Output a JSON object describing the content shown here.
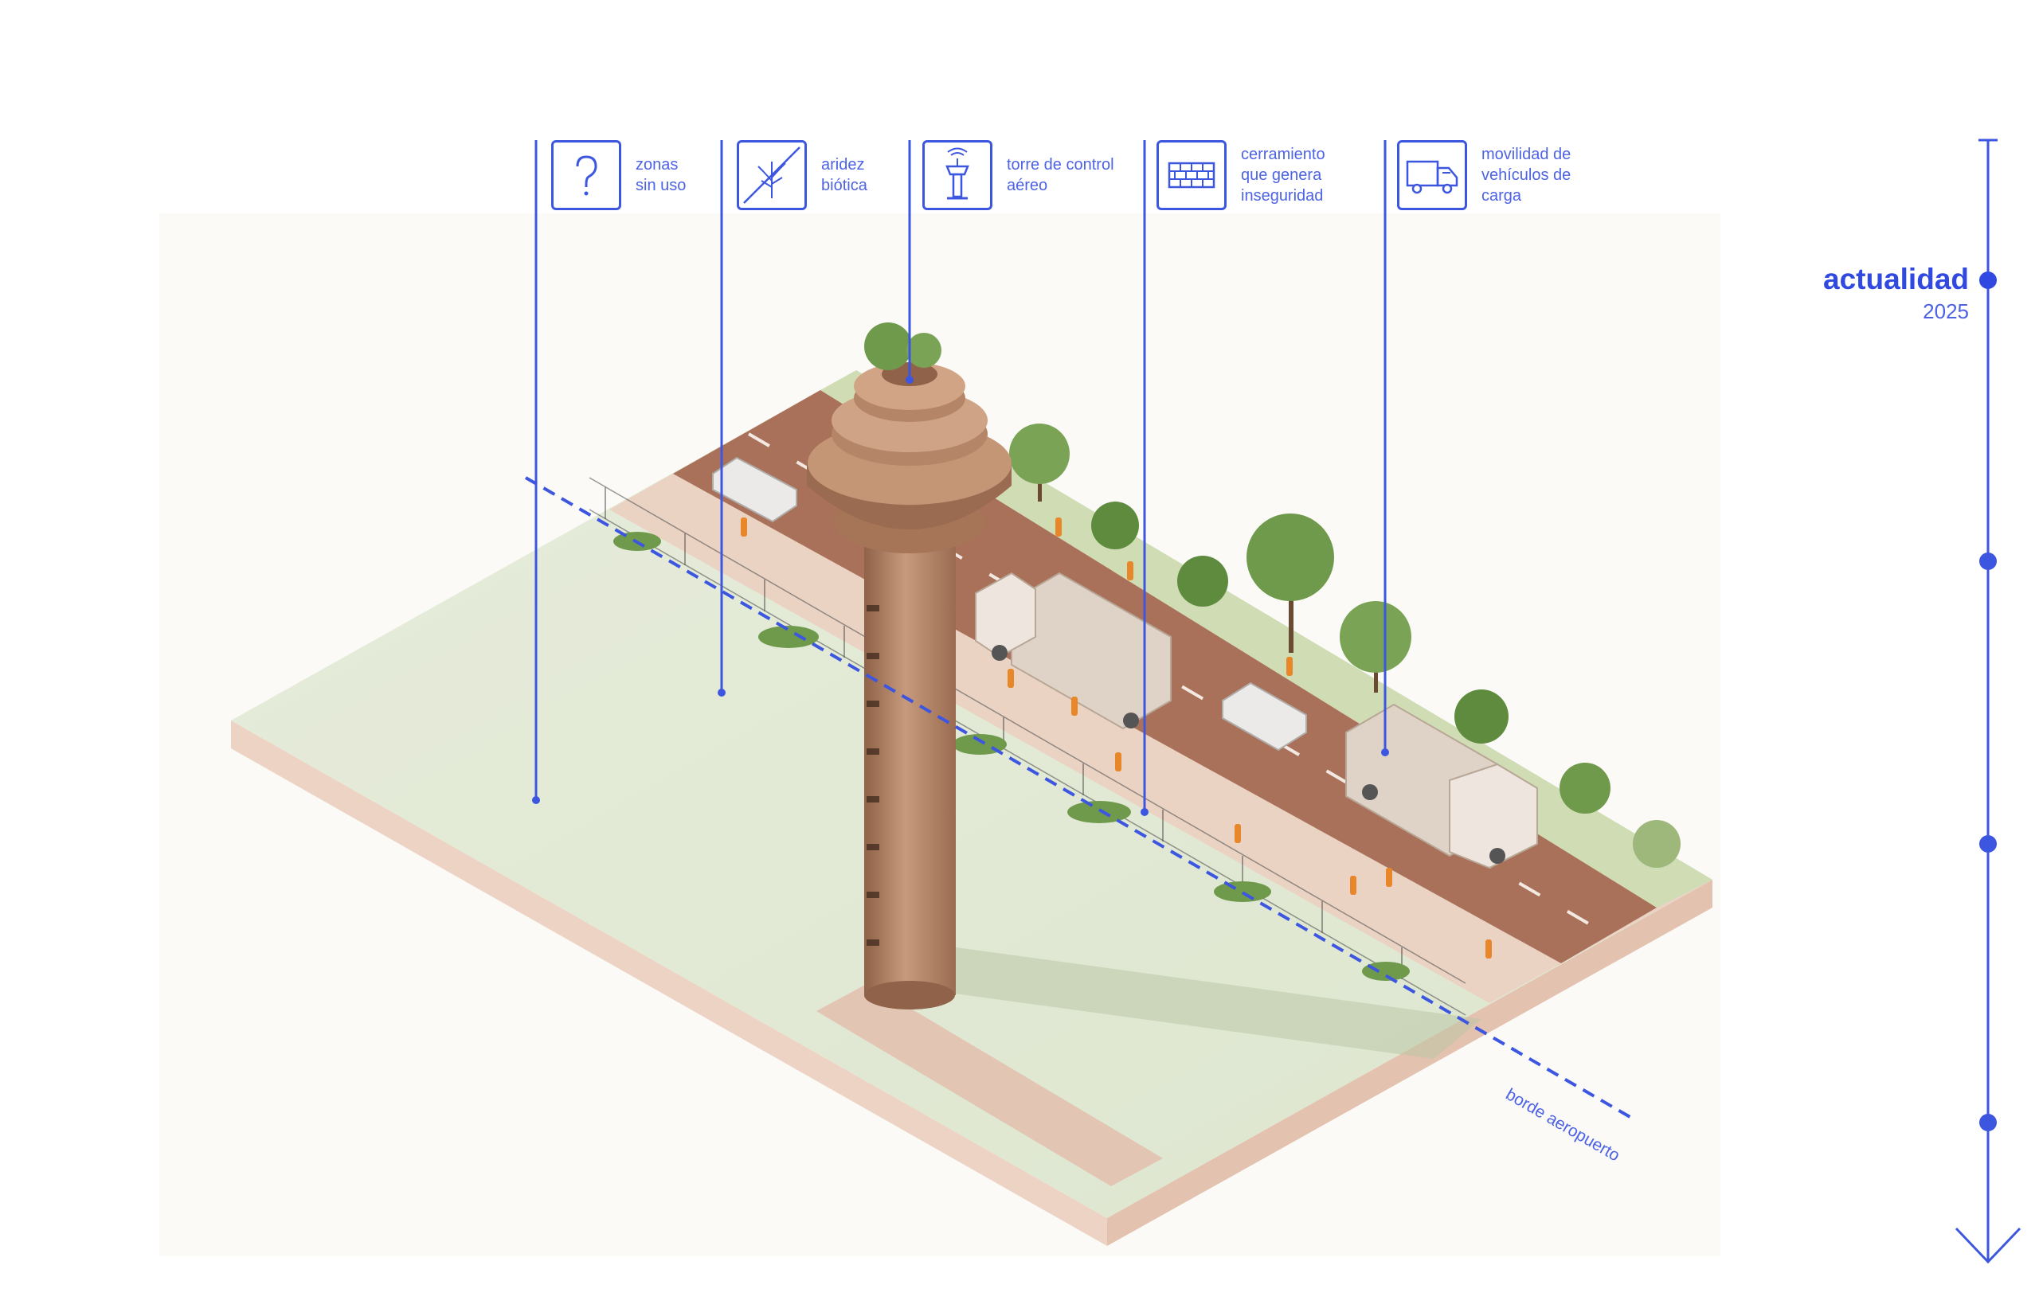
{
  "legend": [
    {
      "id": "zonas",
      "icon": "question-mark-icon",
      "label": "zonas\nsin uso"
    },
    {
      "id": "aridez",
      "icon": "crossed-tree-icon",
      "label": "aridez\nbiótica"
    },
    {
      "id": "torre",
      "icon": "control-tower-icon",
      "label": "torre de control\naéreo"
    },
    {
      "id": "cerramiento",
      "icon": "brick-wall-icon",
      "label": "cerramiento\nque genera\ninseguridad"
    },
    {
      "id": "movilidad",
      "icon": "cargo-truck-icon",
      "label": "movilidad de\nvehículos de\ncarga"
    }
  ],
  "timeline": {
    "title": "actualidad",
    "year": "2025"
  },
  "edge_label": "borde aeropuerto",
  "colors": {
    "accent": "#3d56e0",
    "ground": "#e3ead7",
    "road": "#a86f55",
    "sidewalk": "#e6c9b8",
    "tower": "#b58568",
    "people": "#e8862a"
  }
}
